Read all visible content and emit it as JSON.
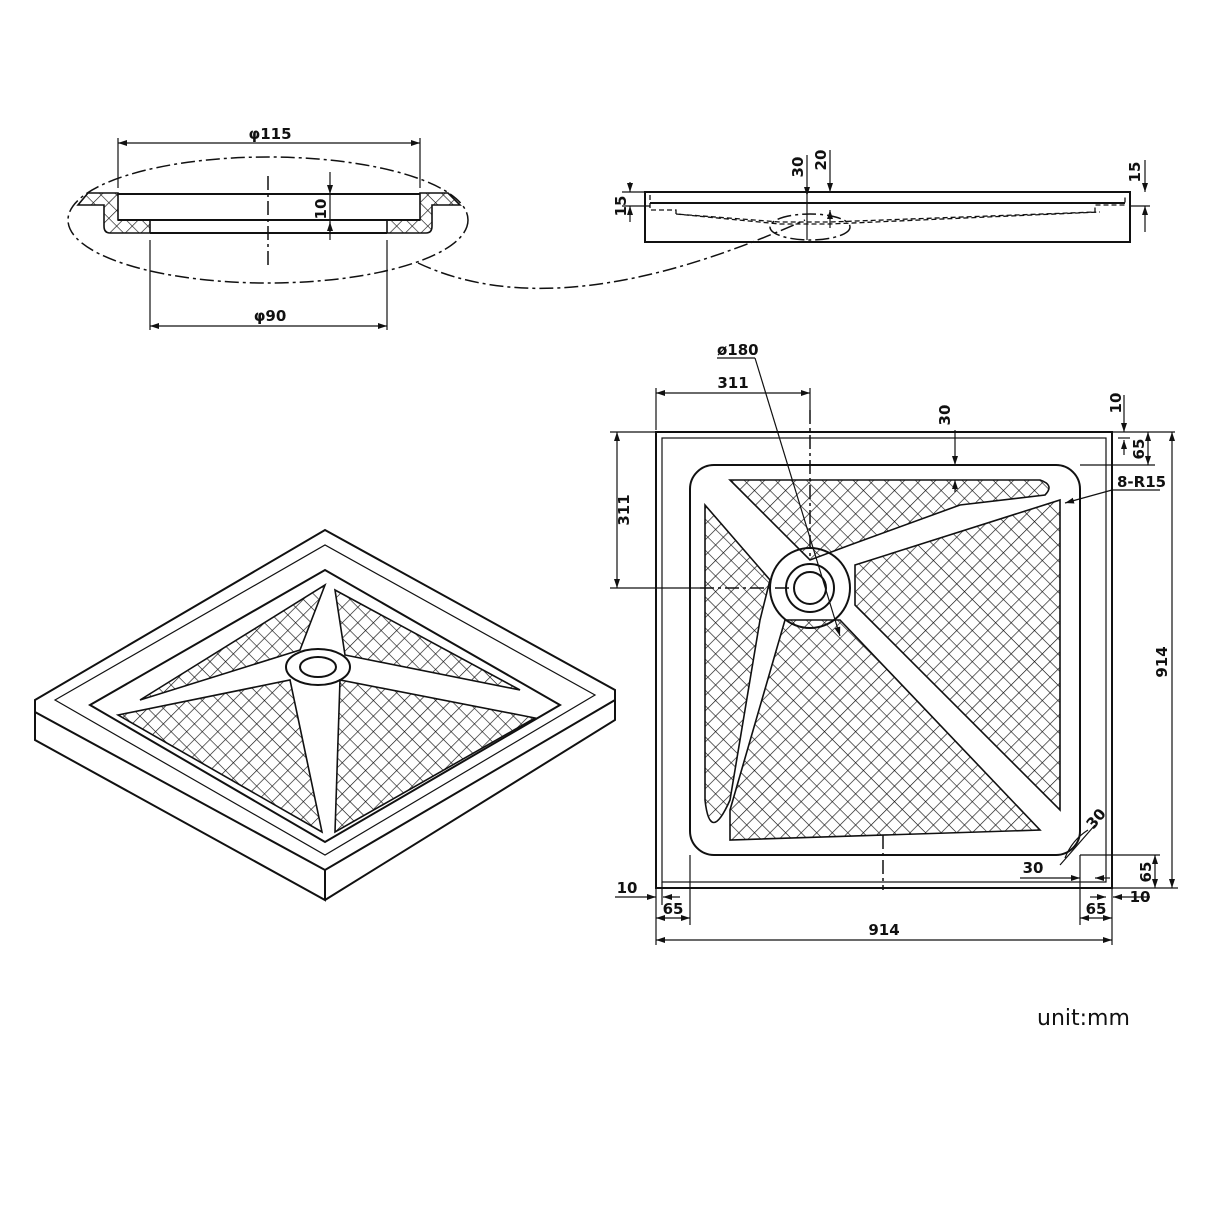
{
  "detail": {
    "outer_dia": "φ115",
    "inner_dia": "φ90",
    "depth": "10"
  },
  "section": {
    "left_height": "15",
    "drain_depth": "30",
    "slope_drop": "20",
    "right_height": "15"
  },
  "top_view": {
    "drain_dia": "ø180",
    "drain_offset_x": "311",
    "drain_offset_y": "311",
    "top_margin": "30",
    "rim_top": "10",
    "border_top": "65",
    "corner_radius": "8-R15",
    "height": "914",
    "width": "914",
    "corner_30_a": "30",
    "corner_30_b": "30",
    "rim_left": "10",
    "border_left": "65",
    "rim_right": "10",
    "border_right": "65",
    "border_bottom_right": "65"
  },
  "unit_label": "unit:mm",
  "colors": {
    "line": "#111111",
    "background": "#ffffff"
  }
}
